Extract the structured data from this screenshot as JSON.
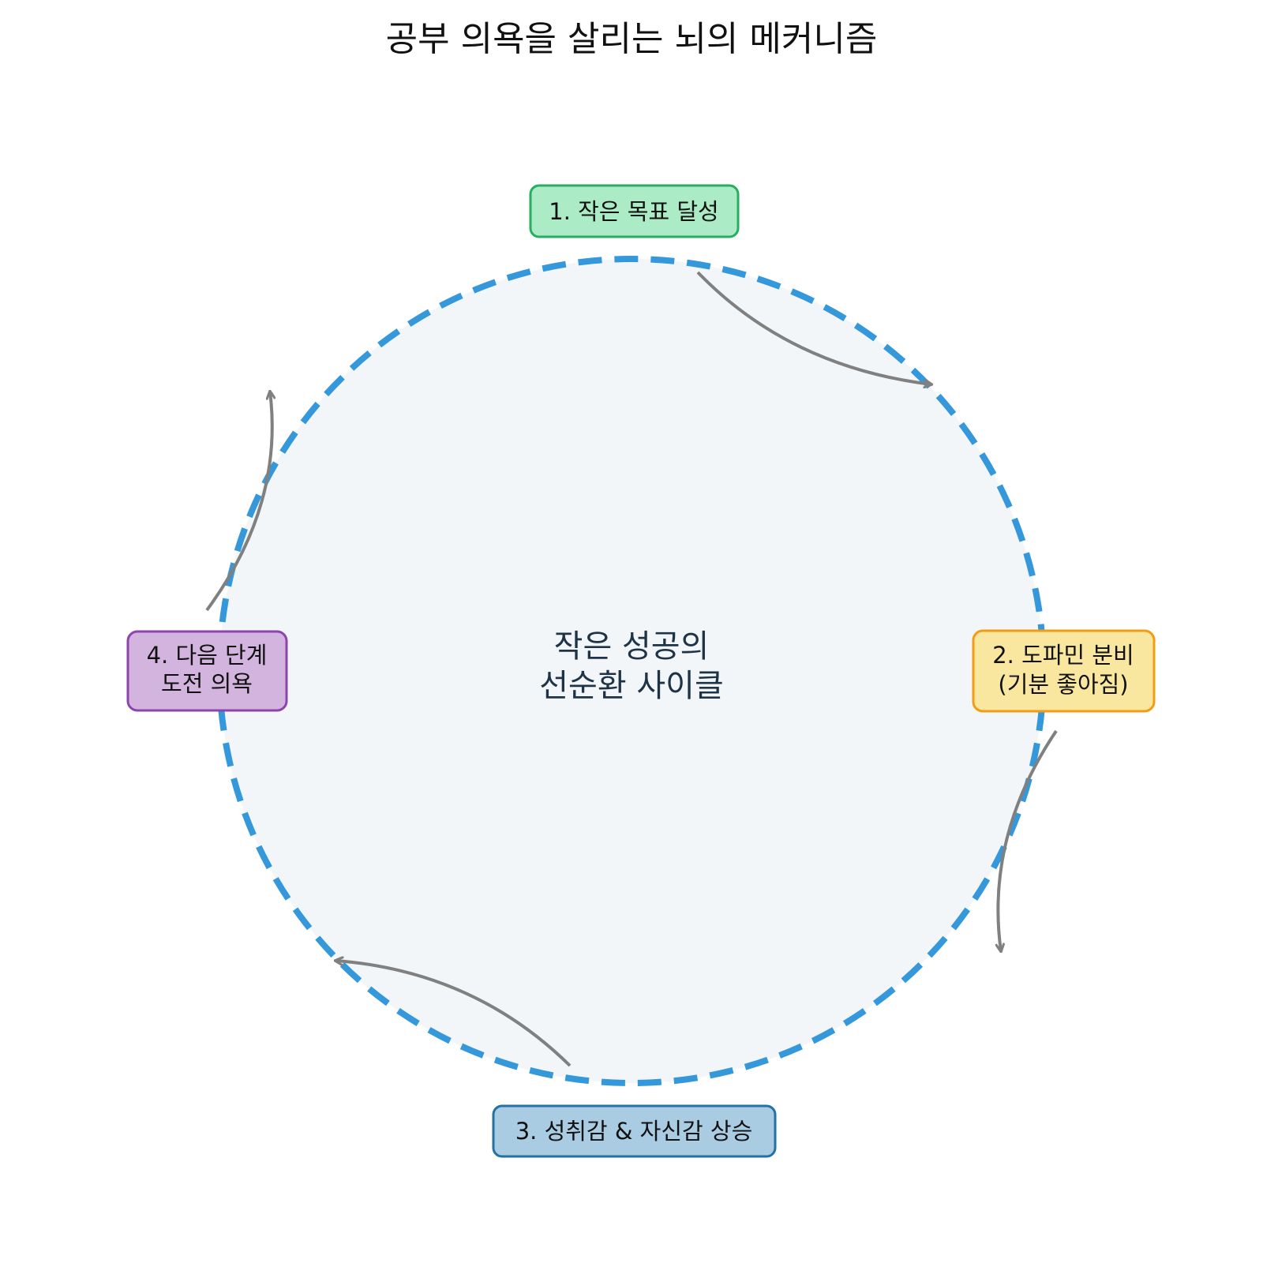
{
  "title": "공부 의욕을 살리는 뇌의 메커니즘",
  "center": {
    "line1": "작은 성공의",
    "line2": "선순환 사이클",
    "fill": "#f3f6f8",
    "stroke": "#3498db"
  },
  "arrow_color": "#808080",
  "steps": [
    {
      "label": "1. 작은 목표 달성",
      "fill": "#abebc6",
      "stroke": "#27ae60"
    },
    {
      "label": "2. 도파민 분비",
      "label2": "(기분 좋아짐)",
      "fill": "#f9e79f",
      "stroke": "#f39c12"
    },
    {
      "label": "3. 성취감 & 자신감 상승",
      "fill": "#a9cce3",
      "stroke": "#2471a3"
    },
    {
      "label": "4. 다음 단계",
      "label2": "도전 의욕",
      "fill": "#d2b4de",
      "stroke": "#8e44ad"
    }
  ]
}
